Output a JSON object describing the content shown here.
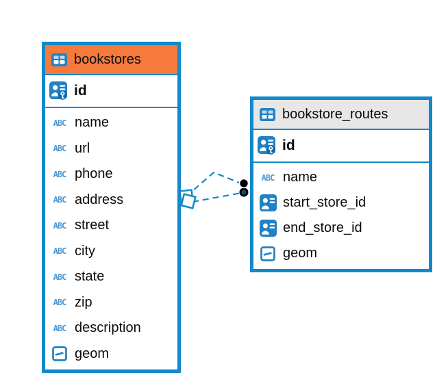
{
  "colors": {
    "border_blue": "#1289cb",
    "icon_blue": "#2181c4",
    "abc_blue": "#4e9ad5",
    "header_orange": "#f57a3c",
    "header_gray": "#e7e7e7",
    "text": "#0b0b0b",
    "marker_black": "#000000"
  },
  "icons": {
    "text_type_glyph": "ABC"
  },
  "tables": {
    "bookstores": {
      "title": "bookstores",
      "pk": "id",
      "columns": [
        "name",
        "url",
        "phone",
        "address",
        "street",
        "city",
        "state",
        "zip",
        "description",
        "geom"
      ]
    },
    "bookstore_routes": {
      "title": "bookstore_routes",
      "pk": "id",
      "columns": [
        "name",
        "start_store_id",
        "end_store_id",
        "geom"
      ]
    }
  }
}
